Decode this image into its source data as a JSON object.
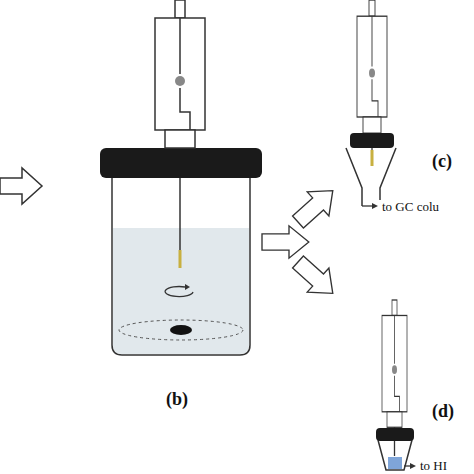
{
  "diagram": {
    "labels": [
      "(c)",
      "to GC colu",
      "(b)",
      "(d)",
      "to HI"
    ]
  }
}
